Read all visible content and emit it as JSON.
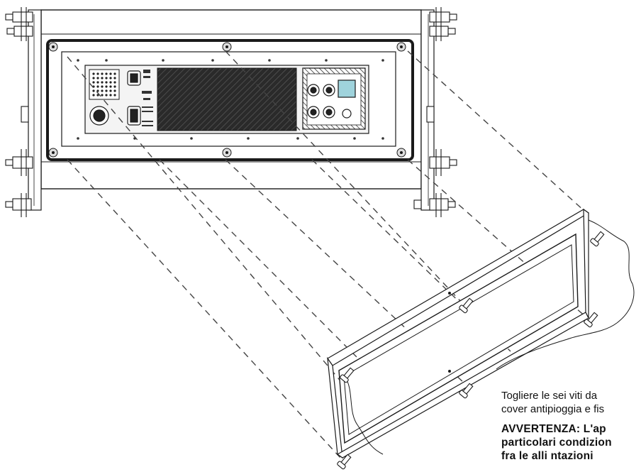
{
  "caption": {
    "instruction_lines": [
      "Togliere le sei viti da",
      "cover antipioggia  e fis"
    ],
    "warning_lines": [
      "AVVERTENZA: L'ap",
      "particolari condizion",
      "fra le alli    ntazioni"
    ]
  },
  "colors": {
    "line": "#1a1a1a",
    "dashed": "#444444",
    "grille": "#2a2a2a",
    "panel": "#f4f4f4",
    "lcd": "#9fd3dc"
  },
  "icons": {
    "screw": "screw-icon",
    "rigging": "rigging-pin-icon"
  }
}
